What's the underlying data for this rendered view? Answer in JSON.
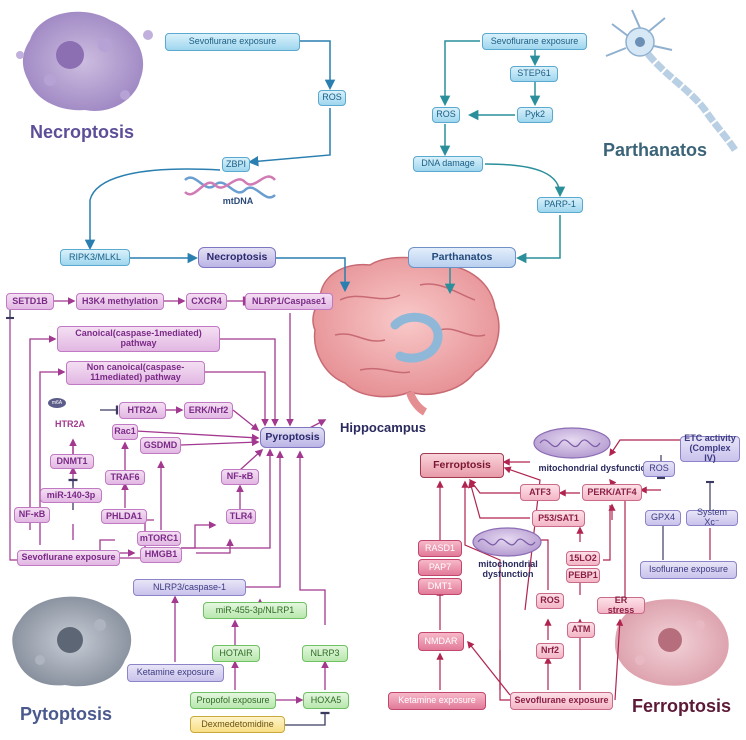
{
  "titles": {
    "necroptosis": "Necroptosis",
    "parthanatos": "Parthanatos",
    "pytoptosis": "Pytoptosis",
    "ferroptosis": "Ferroptosis",
    "hippocampus": "Hippocampus"
  },
  "necro": {
    "sevo": "Sevoflurane exposure",
    "ros": "ROS",
    "zbp1": "ZBPI",
    "mtdna": "mtDNA",
    "ripk3": "RIPK3/MLKL",
    "hub": "Necroptosis"
  },
  "parth": {
    "sevo": "Sevoflurane exposure",
    "step61": "STEP61",
    "pyk2": "Pyk2",
    "ros": "ROS",
    "dna": "DNA damage",
    "parp": "PARP-1",
    "hub": "Parthanatos"
  },
  "pyro": {
    "setd1b": "SETD1B",
    "h3k4": "H3K4 methylation",
    "cxcr4": "CXCR4",
    "nlrp1": "NLRP1/Caspase1",
    "canonical": "Canoical(caspase-1mediated) pathway",
    "noncanonical": "Non canoical(caspase-11mediated) pathway",
    "m6a": "m6A",
    "htr2a_gene": "HTR2A",
    "htr2a": "HTR2A",
    "erk": "ERK/Nrf2",
    "rac1": "Rac1",
    "gsdmd": "GSDMD",
    "hub": "Pyroptosis",
    "dnmt1": "DNMT1",
    "traf6": "TRAF6",
    "nfkb_r": "NF-κB",
    "mir140": "miR-140-3p",
    "nfkb_l": "NF-κB",
    "phlda1": "PHLDA1",
    "tlr4": "TLR4",
    "mtorc1": "mTORC1",
    "sevo": "Sevoflurane exposure",
    "hmgb1": "HMGB1",
    "nlrp3casp": "NLRP3/caspase-1",
    "mir455": "miR-455-3p/NLRP1",
    "hotair": "HOTAIR",
    "nlrp3": "NLRP3",
    "ketamine": "Ketamine exposure",
    "propofol": "Propofol exposure",
    "hoxa5": "HOXA5",
    "dex": "Dexmedetomidine"
  },
  "ferro": {
    "hub": "Ferroptosis",
    "mito1": "mitochondrial dysfunction",
    "etc": "ETC activity (Complex IV)",
    "ros_r": "ROS",
    "atf3": "ATF3",
    "perk": "PERK/ATF4",
    "p53": "P53/SAT1",
    "gpx4": "GPX4",
    "xc": "System Xc⁻",
    "rasd1": "RASD1",
    "pap7": "PAP7",
    "dmt1": "DMT1",
    "mito2": "mitochondrial dysfunction",
    "lo2": "15LO2",
    "pebp1": "PEBP1",
    "iso": "Isoflurane exposure",
    "ros": "ROS",
    "er": "ER stress",
    "atm": "ATM",
    "nmdar": "NMDAR",
    "nrf2": "Nrf2",
    "ketamine": "Ketamine exposure",
    "sevo": "Sevoflurane exposure"
  },
  "colors": {
    "necro_arrow": "#2a7fb0",
    "parth_arrow": "#2a8f9a",
    "pyro_arrow": "#a2388f",
    "ferro_arrow": "#b0244f",
    "inhibit": "#3a3a60"
  }
}
